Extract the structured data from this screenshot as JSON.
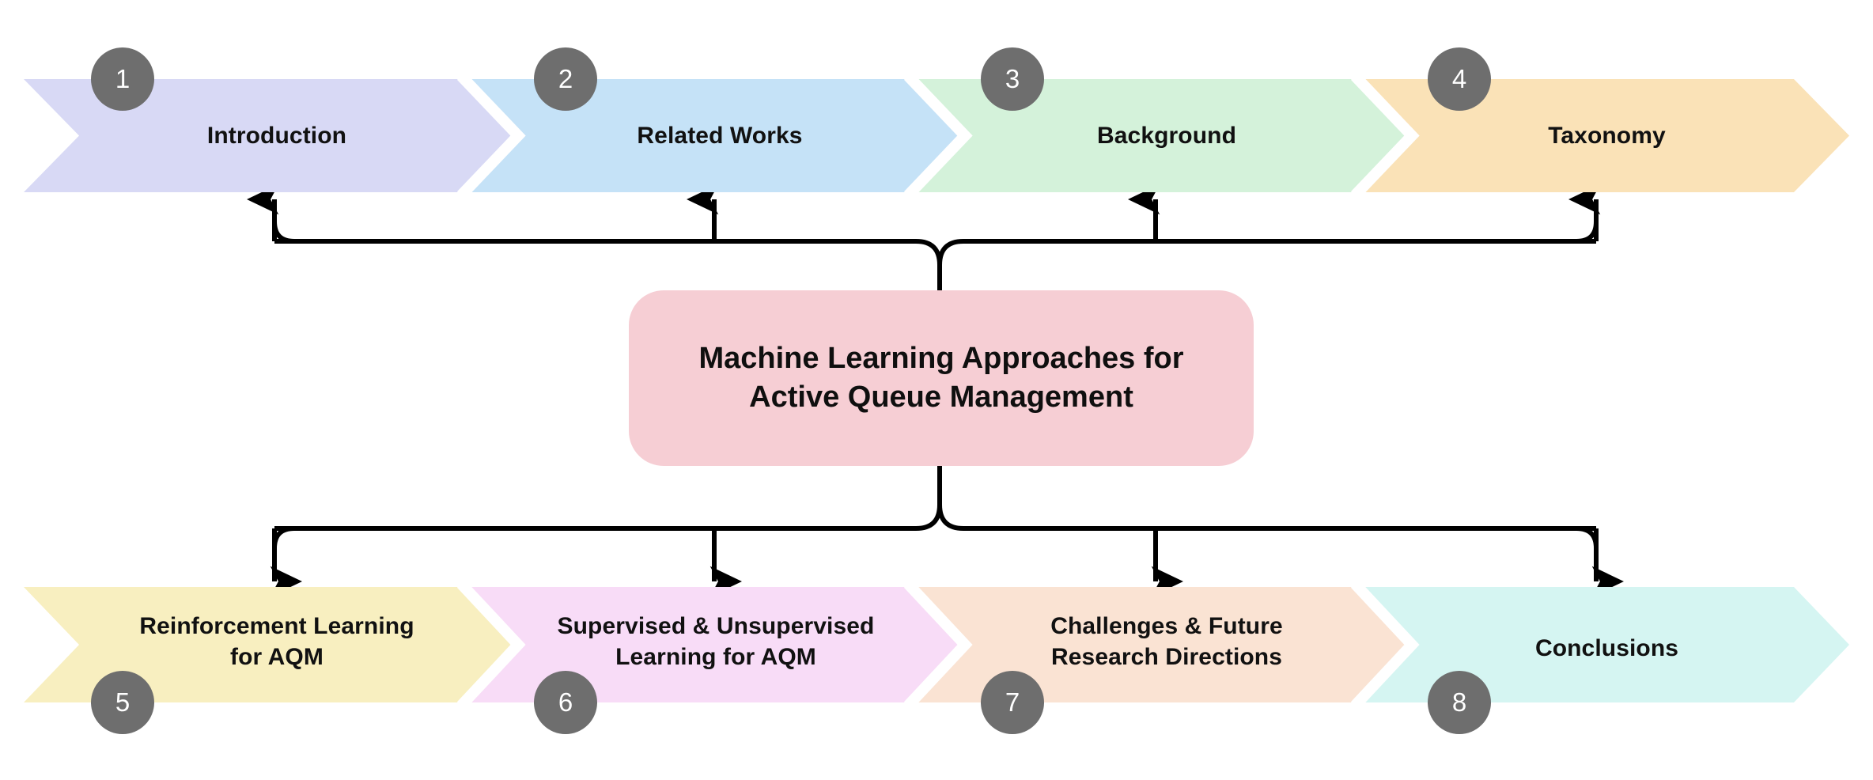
{
  "diagram": {
    "title": "Machine Learning Approaches for Active Queue Management",
    "center_node": {
      "line1": "Machine Learning Approaches for",
      "line2": "Active Queue Management",
      "color": "#f6ced4"
    },
    "background_color": "#ffffff",
    "badge_color": "#6e6e6e",
    "connector_color": "#000000",
    "top_row": [
      {
        "number": "1",
        "label": "Introduction",
        "color": "#d8d9f5"
      },
      {
        "number": "2",
        "label": "Related Works",
        "color": "#c5e2f7"
      },
      {
        "number": "3",
        "label": "Background",
        "color": "#d4f2da"
      },
      {
        "number": "4",
        "label": "Taxonomy",
        "color": "#fae2b7"
      }
    ],
    "bottom_row": [
      {
        "number": "5",
        "label_line1": "Reinforcement Learning",
        "label_line2": "for AQM",
        "color": "#f8efc0"
      },
      {
        "number": "6",
        "label_line1": "Supervised & Unsupervised",
        "label_line2": "Learning for AQM",
        "color": "#f8dcf7"
      },
      {
        "number": "7",
        "label_line1": "Challenges & Future",
        "label_line2": "Research Directions",
        "color": "#fae3d3"
      },
      {
        "number": "8",
        "label_line1": "Conclusions",
        "label_line2": "",
        "color": "#d5f5f2"
      }
    ]
  }
}
